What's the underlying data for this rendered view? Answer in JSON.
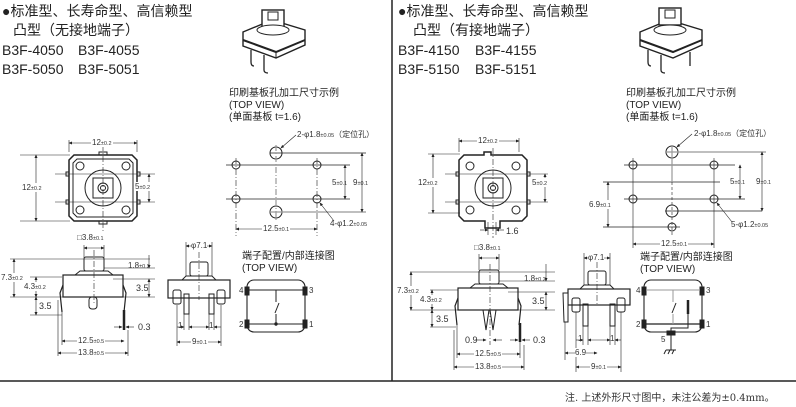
{
  "left": {
    "title_line1": "●标准型、长寿命型、高信赖型",
    "title_line2": "凸型（无接地端子）",
    "models": [
      "B3F-4050",
      "B3F-4055",
      "B3F-5050",
      "B3F-5051"
    ],
    "pcb_title": "印刷基板孔加工尺寸示例",
    "pcb_view": "(TOP VIEW)",
    "pcb_board": "(单面基板  t=1.6)",
    "pcb_locating_hole": "2-φ1.8",
    "pcb_locating_tol": "±0.05",
    "pcb_locating_label": "（定位孔）",
    "pcb_terminal_hole": "4-φ1.2",
    "pcb_terminal_tol": "±0.05",
    "pcb_pitch_v_inner": "5",
    "pcb_pitch_v_inner_tol": "±0.1",
    "pcb_pitch_v_outer": "9",
    "pcb_pitch_v_outer_tol": "±0.1",
    "pcb_pitch_h": "12.5",
    "pcb_pitch_h_tol": "±0.1",
    "top_width": "12",
    "top_width_tol": "±0.2",
    "top_height": "12",
    "top_height_tol": "±0.2",
    "top_pin_pitch": "5",
    "top_pin_pitch_tol": "±0.2",
    "side_plunger": "□3.8",
    "side_plunger_tol": "±0.1",
    "side_plunger_h": "1.8",
    "side_plunger_h_tol": "±0.2",
    "side_total_h": "7.3",
    "side_total_h_tol": "±0.2",
    "side_body_h": "4.3",
    "side_body_h_tol": "±0.2",
    "side_body_3_5": "3.5",
    "side_leg_3_5": "3.5",
    "side_lead_thk": "0.3",
    "side_span_inner": "12.5",
    "side_span_inner_tol": "±0.5",
    "side_span_outer": "13.8",
    "side_span_outer_tol": "±0.5",
    "front_dia": "φ7.1",
    "front_pin1": "1",
    "front_pin2": "1",
    "front_width": "9",
    "front_width_tol": "±0.1",
    "conn_title": "端子配置/内部连接图",
    "conn_view": "(TOP VIEW)",
    "conn_pins": [
      "4",
      "3",
      "2",
      "1"
    ]
  },
  "right": {
    "title_line1": "●标准型、长寿命型、高信赖型",
    "title_line2": "凸型（有接地端子）",
    "models": [
      "B3F-4150",
      "B3F-4155",
      "B3F-5150",
      "B3F-5151"
    ],
    "pcb_title": "印刷基板孔加工尺寸示例",
    "pcb_view": "(TOP VIEW)",
    "pcb_board": "(单面基板  t=1.6)",
    "pcb_locating_hole": "2-φ1.8",
    "pcb_locating_tol": "±0.05",
    "pcb_locating_label": "（定位孔）",
    "pcb_terminal_hole": "5-φ1.2",
    "pcb_terminal_tol": "±0.05",
    "pcb_pitch_v_inner": "5",
    "pcb_pitch_v_inner_tol": "±0.1",
    "pcb_pitch_v_outer": "9",
    "pcb_pitch_v_outer_tol": "±0.1",
    "pcb_ground_offset": "6.9",
    "pcb_ground_offset_tol": "±0.1",
    "pcb_pitch_h": "12.5",
    "pcb_pitch_h_tol": "±0.1",
    "top_width": "12",
    "top_width_tol": "±0.2",
    "top_height": "12",
    "top_height_tol": "±0.2",
    "top_pin_pitch": "5",
    "top_pin_pitch_tol": "±0.2",
    "top_ground_w": "1.6",
    "side_plunger": "□3.8",
    "side_plunger_tol": "±0.1",
    "side_plunger_h": "1.8",
    "side_plunger_h_tol": "±0.2",
    "side_total_h": "7.3",
    "side_total_h_tol": "±0.2",
    "side_body_h": "4.3",
    "side_body_h_tol": "±0.2",
    "side_body_3_5": "3.5",
    "side_leg_3_5": "3.5",
    "side_ground_w": "0.9",
    "side_lead_thk": "0.3",
    "side_span_inner": "12.5",
    "side_span_inner_tol": "±0.5",
    "side_span_outer": "13.8",
    "side_span_outer_tol": "±0.5",
    "front_dia": "φ7.1",
    "front_pin1": "1",
    "front_pin2": "1",
    "front_ground": "6.9",
    "front_width": "9",
    "front_width_tol": "±0.1",
    "conn_title": "端子配置/内部连接图",
    "conn_view": "(TOP VIEW)",
    "conn_pins": [
      "4",
      "3",
      "2",
      "1",
      "5"
    ]
  },
  "footnote": "注. 上述外形尺寸图中，未注公差为±0.4mm。",
  "colors": {
    "line": "#222222",
    "gray": "#999999",
    "body": "#f4f4f4"
  }
}
